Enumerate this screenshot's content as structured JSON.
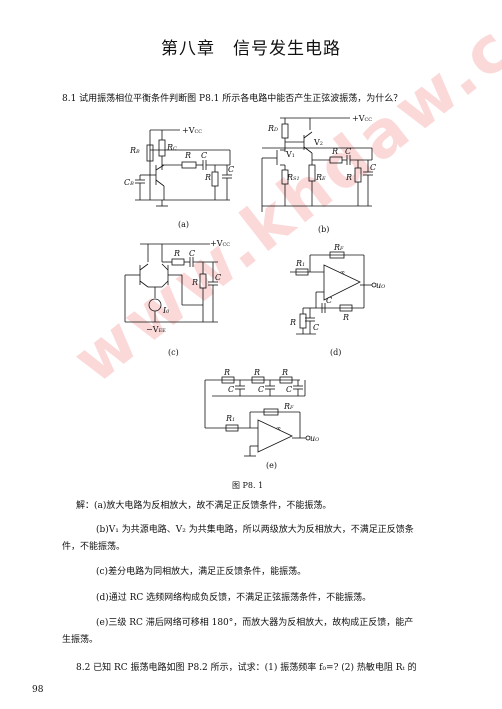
{
  "chapter_title": "第八章　信号发生电路",
  "question_8_1": "8.1  试用振荡相位平衡条件判断图 P8.1 所示各电路中能否产生正弦波振荡，为什么？",
  "figure_caption": "图 P8. 1",
  "subfigure_labels": [
    "(a)",
    "(b)",
    "(c)",
    "(d)",
    "(e)"
  ],
  "circuit_labels": {
    "vcc": "+V",
    "vcc_sub": "CC",
    "vee": "−V",
    "vee_sub": "EE",
    "rb": "R",
    "rb_sub": "B",
    "rc": "R",
    "rc_sub": "C",
    "r": "R",
    "c": "C",
    "cb": "C",
    "cb_sub": "B",
    "rd": "R",
    "rd_sub": "D",
    "rs1": "R",
    "rs1_sub": "S1",
    "re": "R",
    "re_sub": "E",
    "v1": "V",
    "v1_sub": "1",
    "v2": "V",
    "v2_sub": "2",
    "rf": "R",
    "rf_sub": "F",
    "r1": "R",
    "r1_sub": "1",
    "uo": "u",
    "uo_sub": "O",
    "i0": "I",
    "i0_sub": "0",
    "inf": "∞"
  },
  "answers": {
    "intro": "解：",
    "a": "(a)放大电路为反相放大，故不满足正反馈条件，不能振荡。",
    "b1": "(b)V₁ 为共源电路、V₂ 为共集电路，所以两级放大为反相放大，不满足正反馈条",
    "b2": "件，不能振荡。",
    "c": "(c)差分电路为同相放大，满足正反馈条件，能振荡。",
    "d": "(d)通过 RC 选频网络构成负反馈，不满足正弦振荡条件，不能振荡。",
    "e1": "(e)三级 RC 滞后网络可移相 180°，而放大器为反相放大，故构成正反馈，能产",
    "e2": "生振荡。"
  },
  "question_8_2": "8.2  已知 RC 振荡电路如图 P8.2 所示，试求：(1) 振荡频率 f₀=? (2) 热敏电阻 Rₜ 的",
  "page_number": "98",
  "watermark": "www.khdaw.com"
}
